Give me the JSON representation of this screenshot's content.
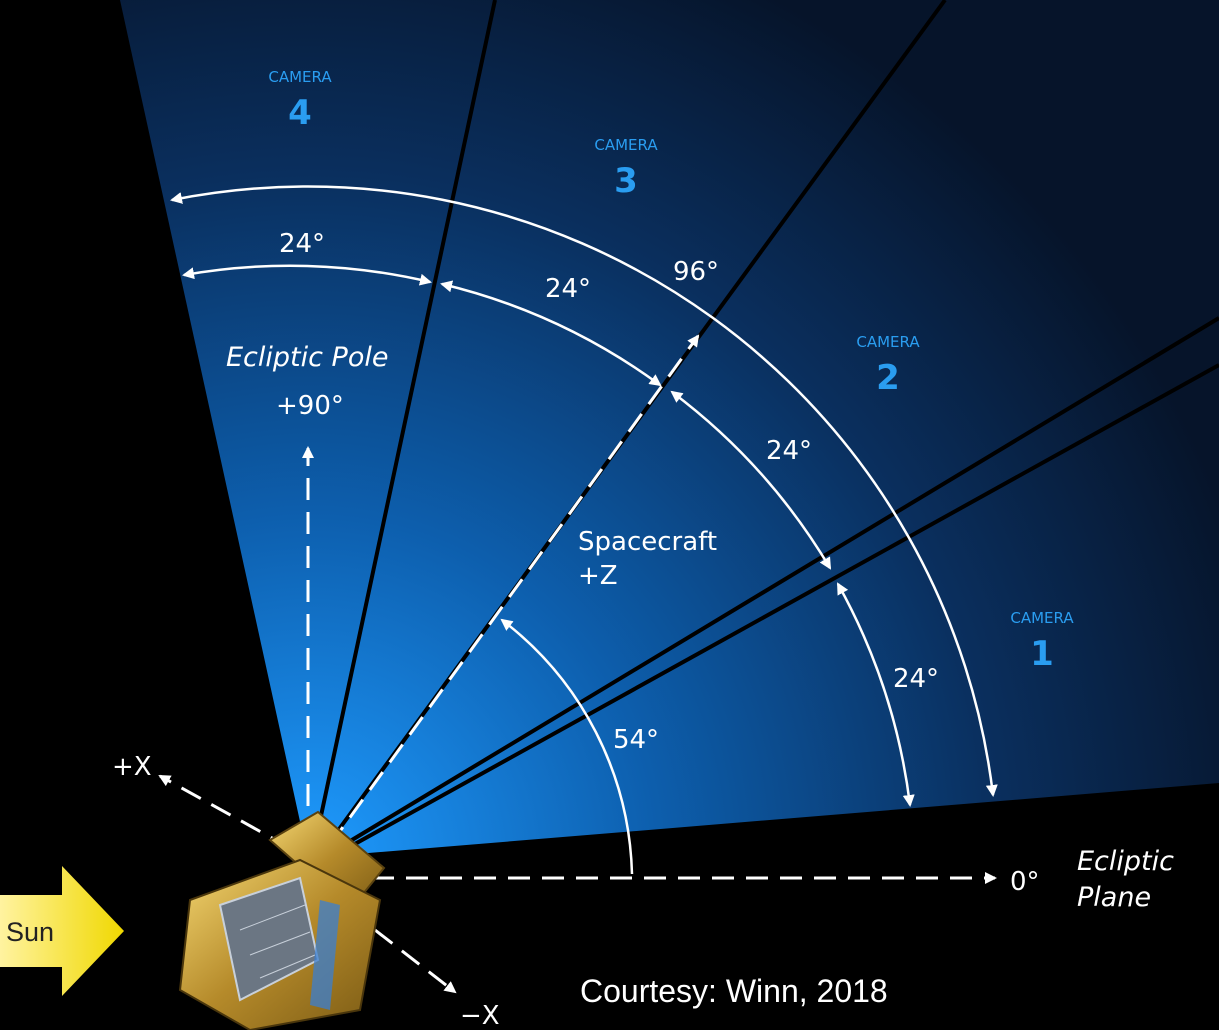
{
  "cameras": [
    {
      "label": "CAMERA",
      "number": "1"
    },
    {
      "label": "CAMERA",
      "number": "2"
    },
    {
      "label": "CAMERA",
      "number": "3"
    },
    {
      "label": "CAMERA",
      "number": "4"
    }
  ],
  "angles": {
    "camera_fov": "24°",
    "total_fov": "96°",
    "boresight_elevation": "54°"
  },
  "labels": {
    "ecliptic_pole": "Ecliptic Pole",
    "pole_angle": "+90°",
    "spacecraft_axis_line1": "Spacecraft",
    "spacecraft_axis_line2": "+Z",
    "zero_angle": "0°",
    "ecliptic_plane_line1": "Ecliptic",
    "ecliptic_plane_line2": "Plane",
    "plus_x": "+X",
    "minus_x": "−X",
    "sun": "Sun"
  },
  "credit": "Courtesy: Winn, 2018",
  "colors": {
    "background": "#000000",
    "fan_light": "#1e9bff",
    "fan_dark": "#06142a",
    "camera_label": "#2a9df0",
    "sun_arrow": "#f0d800"
  }
}
